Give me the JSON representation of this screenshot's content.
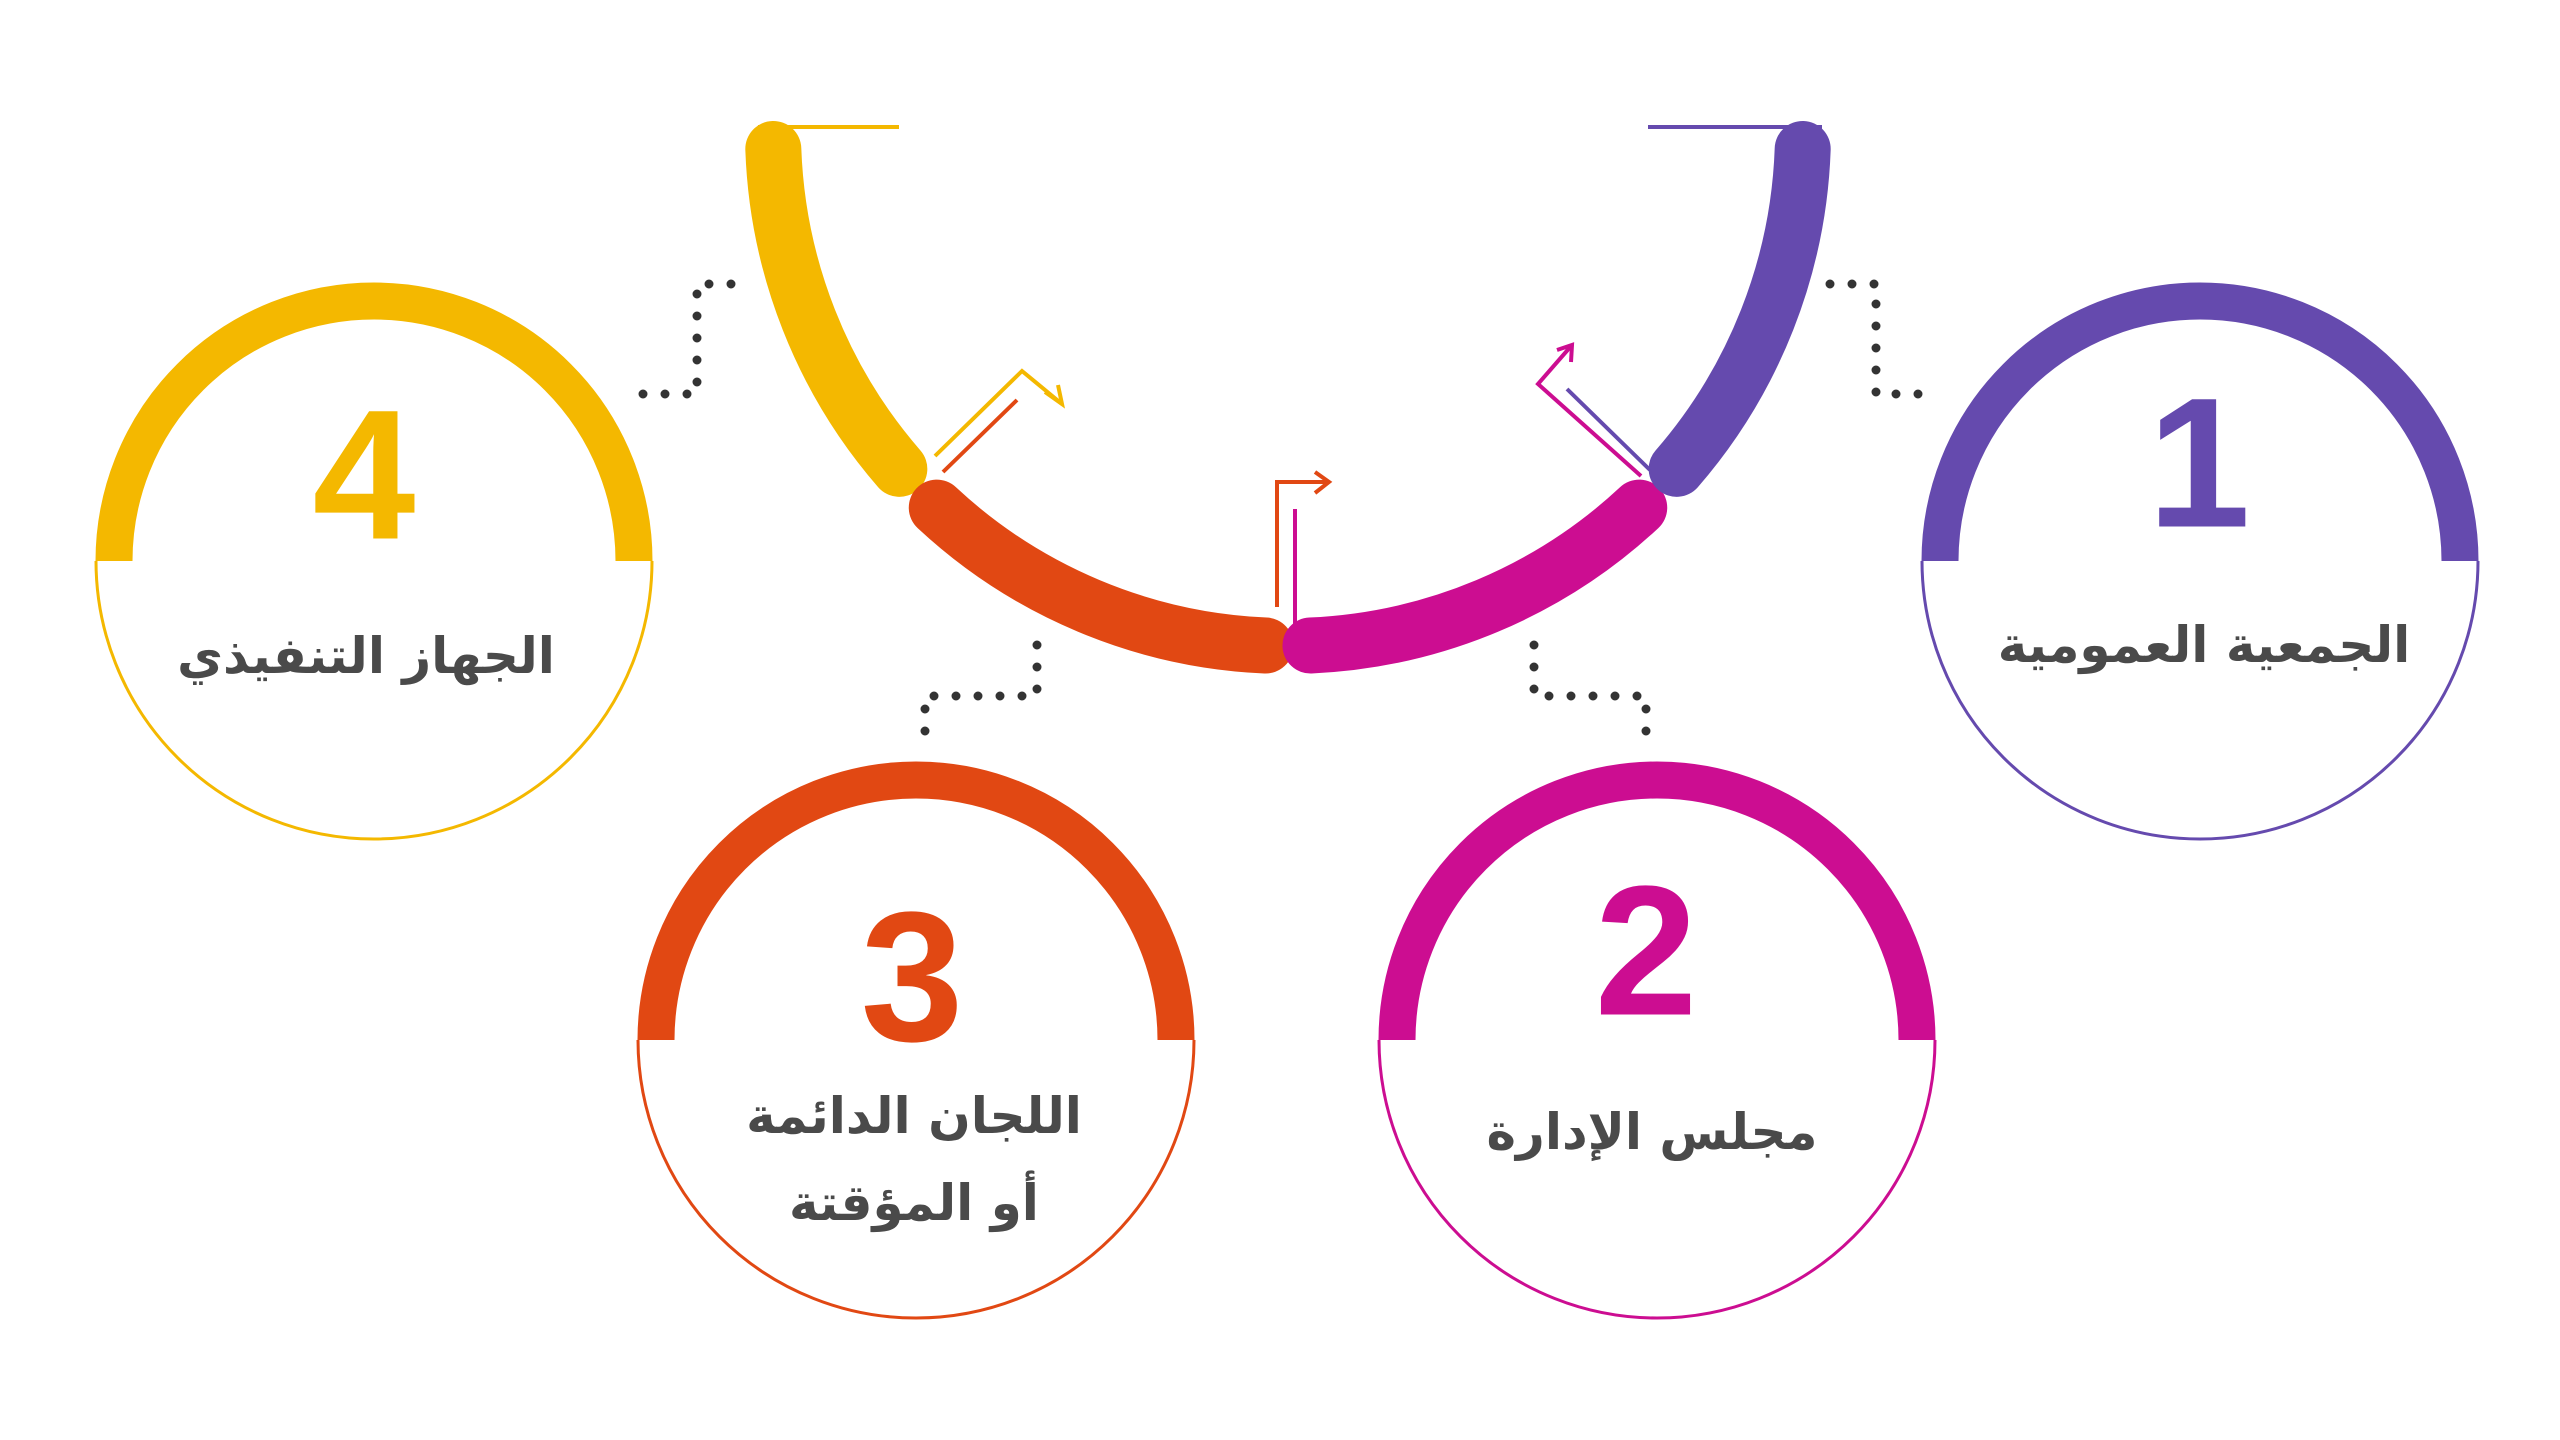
{
  "colors": {
    "step1": "#654aae",
    "step2": "#cc0d91",
    "step3": "#e14813",
    "step4": "#f4b800",
    "text": "#4a4a4a",
    "dots": "#333333"
  },
  "steps": [
    {
      "number": "1",
      "label": "الجمعية العمومية"
    },
    {
      "number": "2",
      "label": "مجلس الإدارة"
    },
    {
      "number": "3",
      "label_line1": "اللجان الدائمة",
      "label_line2": "أو المؤقتة"
    },
    {
      "number": "4",
      "label": "الجهاز التنفيذي"
    }
  ]
}
